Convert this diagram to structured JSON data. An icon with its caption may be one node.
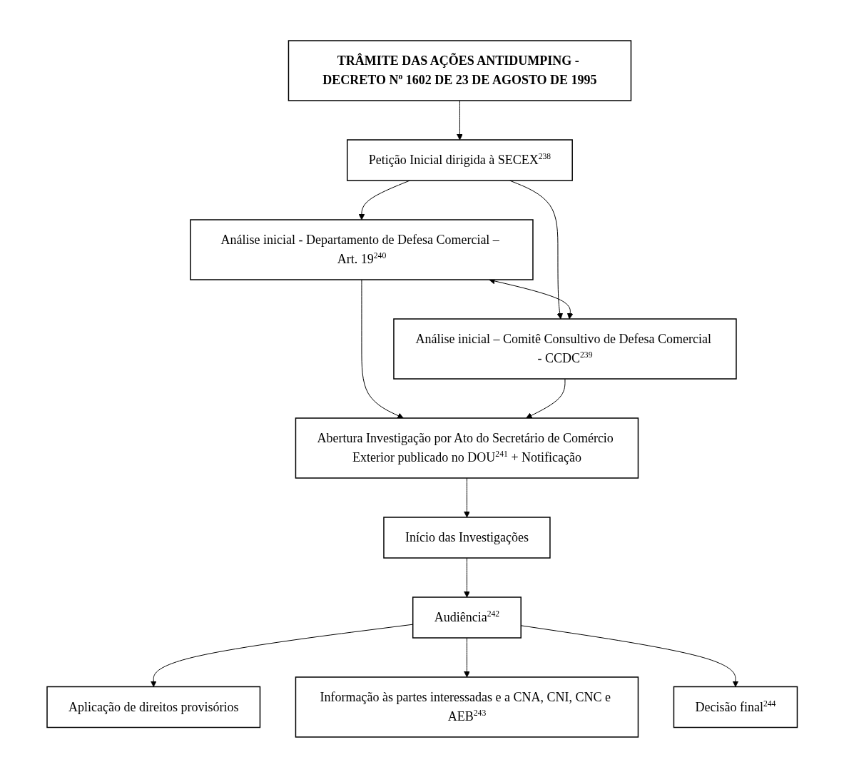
{
  "diagram": {
    "nodes": [
      {
        "text": [
          "TRÂMITE DAS AÇÕES ANTIDUMPING - DECRETO N$^{o}$ 1602 DE 23 DE AGOSTO DE 1995"
        ]
      },
      {
        "text": [
          "Petição Inicial dirigida à SECEX$^{238}$"
        ]
      },
      {
        "text": [
          "Análise inicial - Departamento de Defesa Comercial – Art. 19$^{240}$"
        ]
      },
      {
        "text": [
          "Análise inicial – Comitê Consultivo de Defesa Comercial - CCDC$^{239}$"
        ]
      },
      {
        "text": [
          "Abertura Investigação por Ato do Secretário de Comércio Exterior publicado no DOU$^{241}$ + Notificação"
        ]
      },
      {
        "text": [
          "Início das Investigações"
        ]
      },
      {
        "text": [
          "Audiência$^{242}$"
        ]
      },
      {
        "text": [
          "Aplicação de direitos provisórios"
        ]
      },
      {
        "text": [
          "Informação às partes interessadas e a CNA, CNI, CNC e AEB$^{243}$"
        ]
      },
      {
        "text": [
          "Decisão final$^{244}$"
        ]
      }
    ],
    "edges": [
      {
        "from": 0,
        "to": 1,
        "arrow": "to"
      },
      {
        "from": 1,
        "to": 2,
        "arrow": "to"
      },
      {
        "from": 1,
        "to": 3,
        "arrow": "to"
      },
      {
        "from": 2,
        "to": 3,
        "arrow": "both"
      },
      {
        "from": 2,
        "to": 4,
        "arrow": "to"
      },
      {
        "from": 3,
        "to": 4,
        "arrow": "to"
      },
      {
        "from": 4,
        "to": 5,
        "arrow": "to"
      },
      {
        "from": 5,
        "to": 6,
        "arrow": "to"
      },
      {
        "from": 6,
        "to": 7,
        "arrow": "to"
      },
      {
        "from": 6,
        "to": 8,
        "arrow": "to"
      },
      {
        "from": 6,
        "to": 9,
        "arrow": "to"
      }
    ]
  }
}
